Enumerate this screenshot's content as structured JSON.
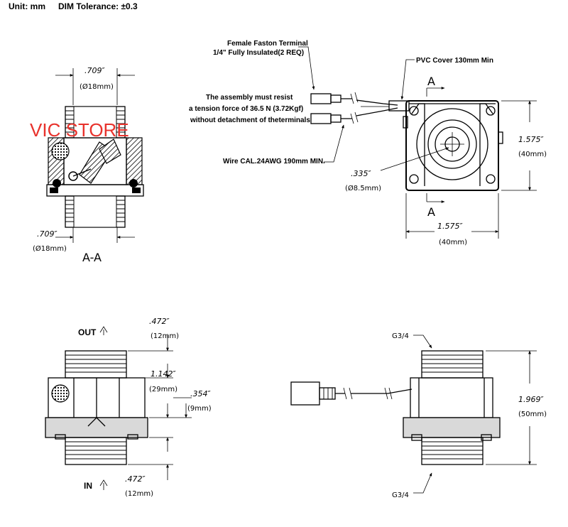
{
  "header": {
    "unit": "Unit:  mm",
    "tolerance": "DIM Tolerance: ±0.3"
  },
  "watermark": "VIC  STORE",
  "section_view": {
    "label": "A-A",
    "top_dim_in": ".709″",
    "top_dim_mm": "(Ø18mm)",
    "bottom_dim_in": ".709″",
    "bottom_dim_mm": "(Ø18mm)"
  },
  "top_view": {
    "terminal_note_line1": "Female Faston Terminal",
    "terminal_note_line2": "1/4\" Fully Insulated(2 REQ)",
    "pvc_note": "PVC Cover 130mm Min",
    "tension_line1": "The assembly must resist",
    "tension_line2": "a tension force of 36.5 N (3.72Kgf)",
    "tension_line3": "without detachment of theterminals",
    "wire_note": "Wire CAL.24AWG 190mm MIN.",
    "hole_dim_in": ".335″",
    "hole_dim_mm": "(Ø8.5mm)",
    "height_dim_in": "1.575″",
    "height_dim_mm": "(40mm)",
    "width_dim_in": "1.575″",
    "width_dim_mm": "(40mm)",
    "section_marker_top": "A",
    "section_marker_bottom": "A"
  },
  "front_view": {
    "out_label": "OUT",
    "in_label": "IN",
    "dim_top_in": ".472″",
    "dim_top_mm": "(12mm)",
    "dim_mid_in": "1.142″",
    "dim_mid_mm": "(29mm)",
    "dim_side_in": ".354″",
    "dim_side_mm": "(9mm)",
    "dim_bottom_in": ".472″",
    "dim_bottom_mm": "(12mm)"
  },
  "side_view": {
    "thread_top": "G3/4",
    "thread_bottom": "G3/4",
    "height_dim_in": "1.969″",
    "height_dim_mm": "(50mm)"
  }
}
